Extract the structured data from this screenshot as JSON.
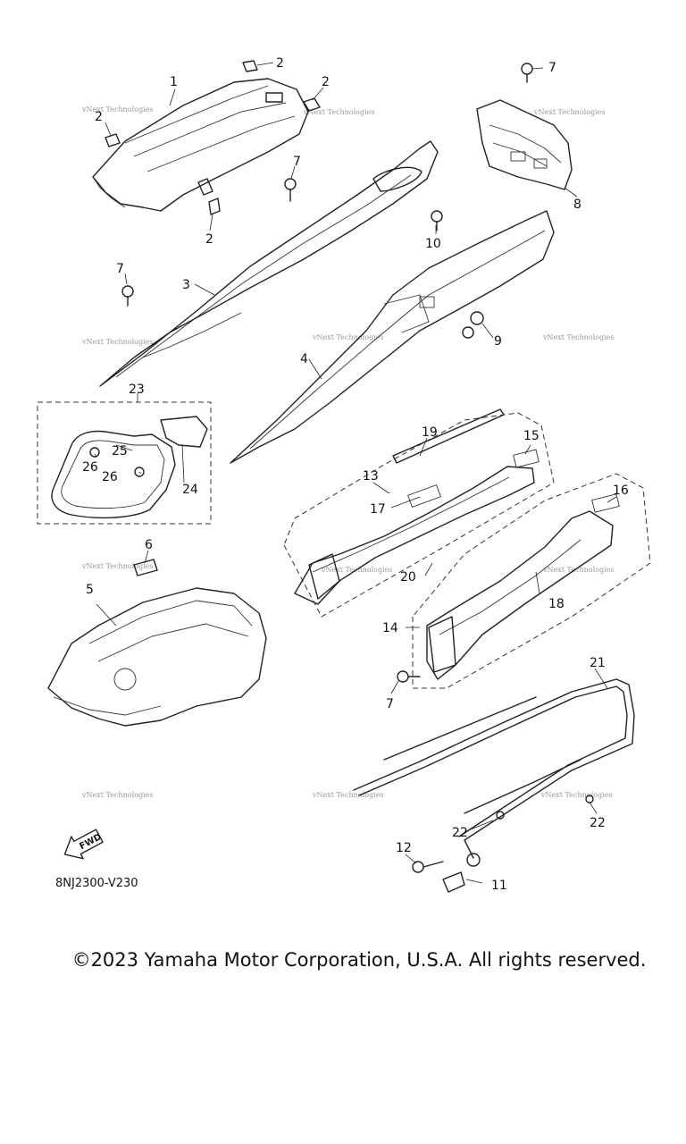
{
  "diagram_code": "8NJ2300-V230",
  "fwd_label": "FWD",
  "watermark_text": "vNext Technologies",
  "copyright": "©2023 Yamaha Motor Corporation, U.S.A. All rights reserved.",
  "callouts": {
    "c1": "1",
    "c2a": "2",
    "c2b": "2",
    "c2c": "2",
    "c2d": "2",
    "c3": "3",
    "c4": "4",
    "c5": "5",
    "c6": "6",
    "c7a": "7",
    "c7b": "7",
    "c7c": "7",
    "c7d": "7",
    "c8": "8",
    "c9": "9",
    "c10": "10",
    "c11": "11",
    "c12": "12",
    "c13": "13",
    "c14": "14",
    "c15": "15",
    "c16": "16",
    "c17": "17",
    "c18": "18",
    "c19": "19",
    "c20": "20",
    "c21": "21",
    "c22a": "22",
    "c22b": "22",
    "c23": "23",
    "c24": "24",
    "c25": "25",
    "c26a": "26",
    "c26b": "26"
  }
}
